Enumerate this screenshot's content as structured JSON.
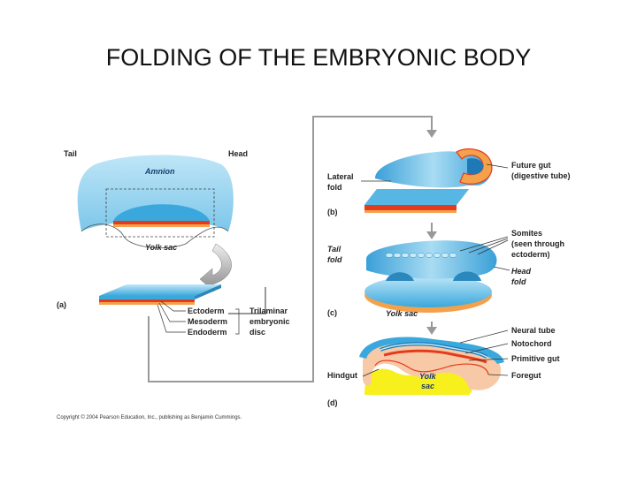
{
  "title": "FOLDING OF THE EMBRYONIC BODY",
  "colors": {
    "amnion": "#8fd0ef",
    "disc_blue": "#3aa8dc",
    "mesoderm": "#e53b1d",
    "endoderm": "#f5a04a",
    "yolk": "#f7f01c",
    "connector": "#999999",
    "leader": "#333333"
  },
  "panel_a": {
    "tag": "(a)",
    "tail": "Tail",
    "head": "Head",
    "amnion": "Amnion",
    "yolk_sac": "Yolk sac",
    "ectoderm": "Ectoderm",
    "mesoderm": "Mesoderm",
    "endoderm": "Endoderm",
    "trilaminar": [
      "Trilaminar",
      "embryonic",
      "disc"
    ]
  },
  "panel_b": {
    "tag": "(b)",
    "lateral_fold": [
      "Lateral",
      "fold"
    ],
    "future_gut": [
      "Future gut",
      "(digestive tube)"
    ]
  },
  "panel_c": {
    "tag": "(c)",
    "tail_fold": [
      "Tail",
      "fold"
    ],
    "somites": [
      "Somites",
      "(seen through",
      "ectoderm)"
    ],
    "head_fold": [
      "Head",
      "fold"
    ],
    "yolk_sac": "Yolk sac"
  },
  "panel_d": {
    "tag": "(d)",
    "neural_tube": "Neural tube",
    "notochord": "Notochord",
    "primitive_gut": "Primitive gut",
    "hindgut": "Hindgut",
    "foregut": "Foregut",
    "yolk_sac": [
      "Yolk",
      "sac"
    ]
  },
  "copyright": "Copyright © 2004 Pearson Education, Inc., publishing as Benjamin Cummings."
}
